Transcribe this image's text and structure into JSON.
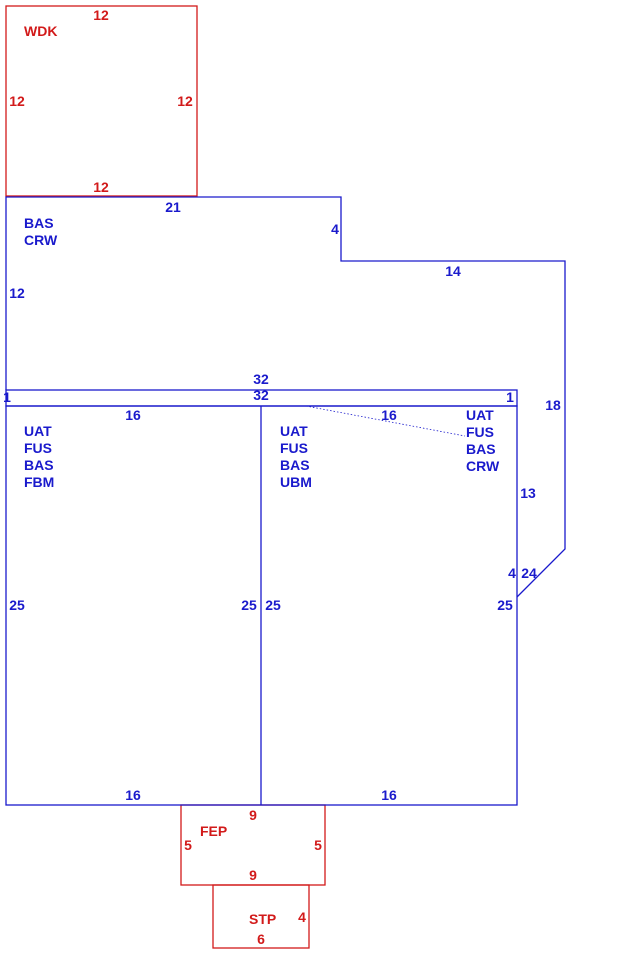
{
  "colors": {
    "structure": "#1a1acc",
    "exterior": "#d21a1a",
    "background": "#ffffff"
  },
  "labels": {
    "wdk_area": "WDK",
    "bas_crw_area": [
      "BAS",
      "CRW"
    ],
    "left_area": [
      "UAT",
      "FUS",
      "BAS",
      "FBM"
    ],
    "middle_area": [
      "UAT",
      "FUS",
      "BAS",
      "UBM"
    ],
    "right_area": [
      "UAT",
      "FUS",
      "BAS",
      "CRW"
    ],
    "fep_area": "FEP",
    "stp_area": "STP"
  },
  "dimensions": {
    "wdk_top": "12",
    "wdk_left": "12",
    "wdk_right": "12",
    "wdk_bottom": "12",
    "top_section_width": "21",
    "top_section_step": "4",
    "top_section_left": "12",
    "step_width": "14",
    "right_outer_edge": "18",
    "band_outer_width": "32",
    "band_inner_width": "32",
    "band_left_end": "1",
    "band_right_end": "1",
    "left_room_top": "16",
    "middle_room_top": "16",
    "right_side_upper": "13",
    "right_side_small": "4",
    "diagonal_edge": "24",
    "left_room_left": "25",
    "left_room_right": "25",
    "middle_room_left": "25",
    "middle_room_right": "25",
    "left_room_bottom": "16",
    "middle_room_bottom": "16",
    "fep_top": "9",
    "fep_left": "5",
    "fep_right": "5",
    "fep_bottom": "9",
    "stp_side": "4",
    "stp_bottom": "6"
  }
}
